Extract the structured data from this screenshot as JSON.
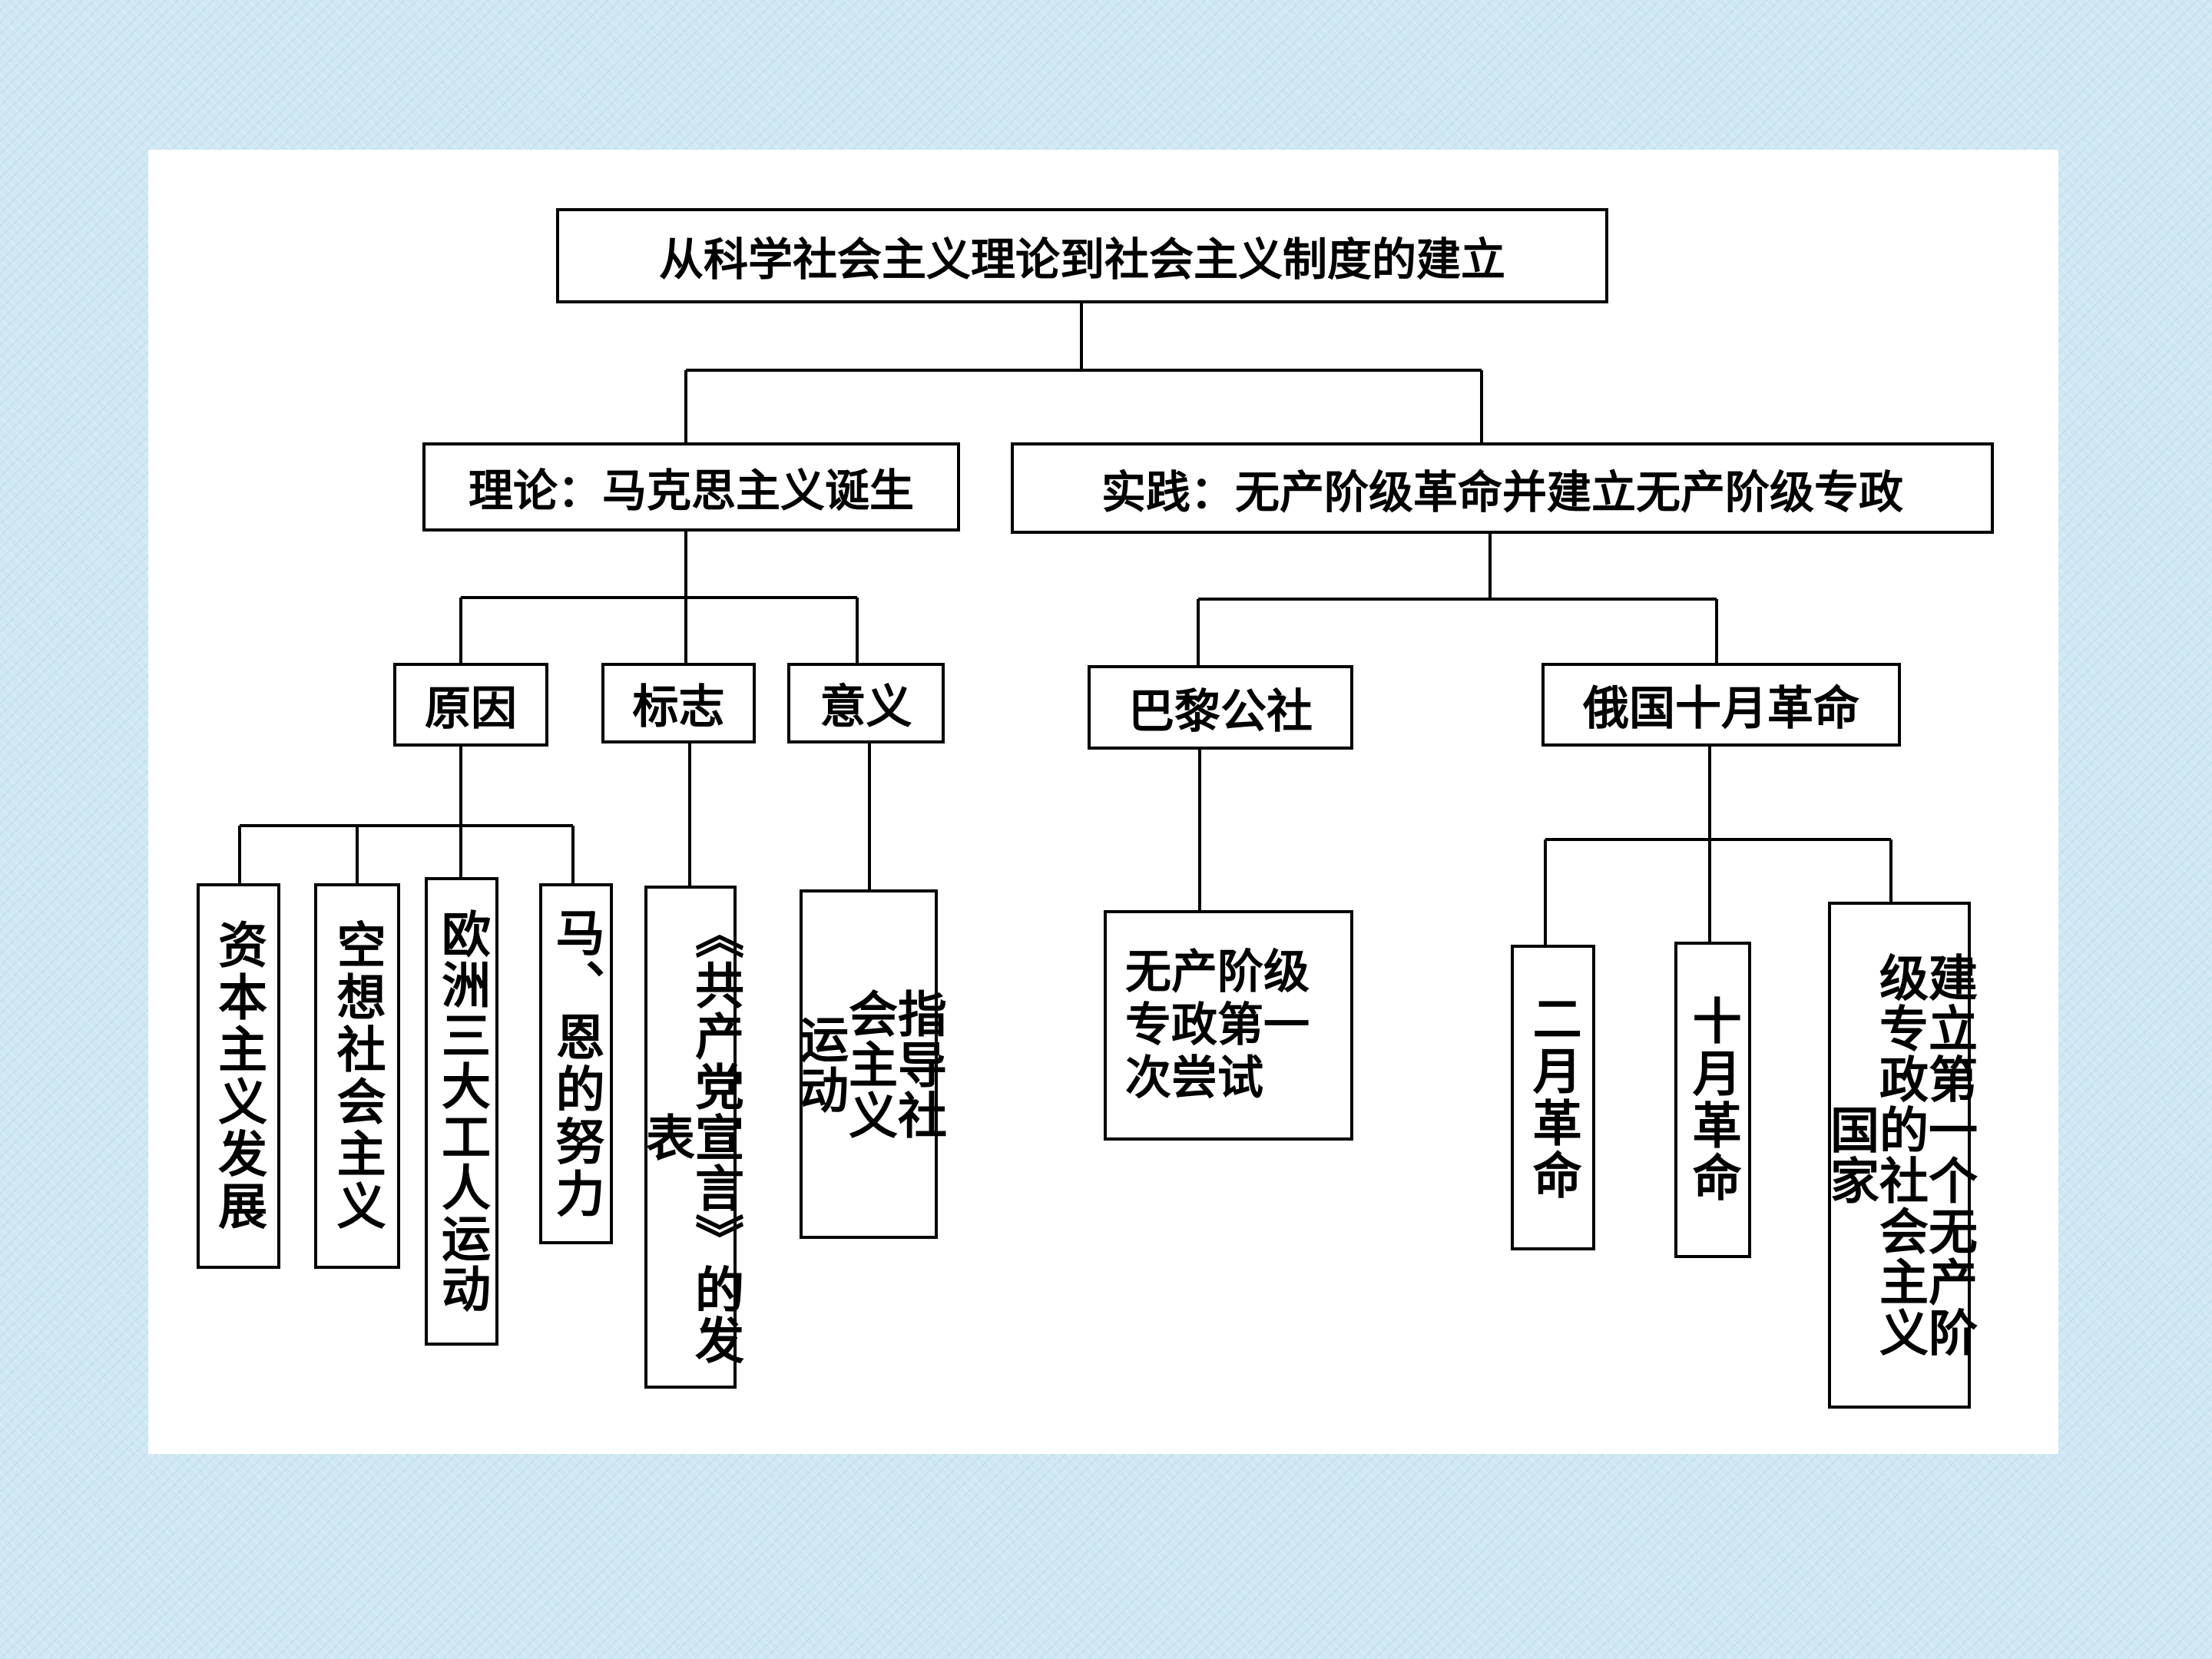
{
  "diagram": {
    "root": "从科学社会主义理论到社会主义制度的建立",
    "theory": {
      "label": "理论：马克思主义诞生",
      "cause": {
        "label": "原因",
        "items": [
          "资本主义发展",
          "空想社会主义",
          "欧洲三大工人运动",
          "马、恩的努力"
        ]
      },
      "mark": {
        "label": "标志",
        "items": [
          "《共产党宣言》的发表"
        ]
      },
      "significance": {
        "label": "意义",
        "items": [
          "指导社会主义运动"
        ]
      }
    },
    "practice": {
      "label": "实践：无产阶级革命并建立无产阶级专政",
      "paris": {
        "label": "巴黎公社",
        "items": [
          "无产阶级专政第一次尝试"
        ]
      },
      "russia": {
        "label": "俄国十月革命",
        "items": [
          "二月革命",
          "十月革命",
          "建立第一个无产阶级专政的社会主义国家"
        ]
      }
    }
  }
}
